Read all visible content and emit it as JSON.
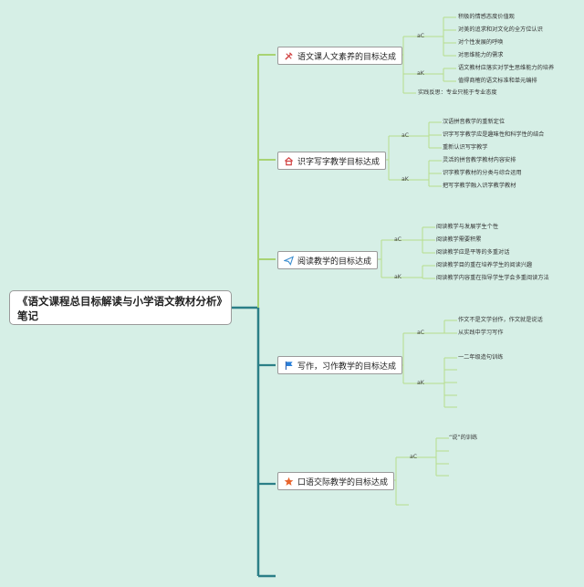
{
  "root": {
    "line1": "《语文课程总目标解读与小学语文教材分析》",
    "line2": "笔记"
  },
  "branches": [
    {
      "icon": "tools-icon",
      "title": "语文课人文素养的目标达成",
      "ac": {
        "label": "aC",
        "items": [
          "积极的情感态度价值观",
          "对美的追求和对文化的全方位认识",
          "对个性发展的呼唤",
          "对思维能力的需求"
        ]
      },
      "ak": {
        "label": "aK",
        "items": [
          "语文教材应落实对学生思维能力的培养",
          "值得商榷的语文标准和单元编排"
        ]
      },
      "extra": "实践反思：专业只能于专业态度"
    },
    {
      "icon": "home-icon",
      "title": "识字写字教学目标达成",
      "ac": {
        "label": "aC",
        "items": [
          "汉语拼音教学的重新定位",
          "识字写字教学应是趣味性和科学性的结合",
          "重新认识写字教学"
        ]
      },
      "ak": {
        "label": "aK",
        "items": [
          "灵活的拼音教学教材内容安排",
          "识字教学教材的分类与综合运用",
          "把写字教学融入识字教学教材"
        ]
      }
    },
    {
      "icon": "paper-plane-icon",
      "title": "阅读教学的目标达成",
      "ac": {
        "label": "aC",
        "items": [
          "阅读教学与发展学生个性",
          "阅读教学需要积累",
          "阅读教学应是平等的多重对话"
        ]
      },
      "ak": {
        "label": "aK",
        "items": [
          "阅读教学目的重在培养学生的阅读兴趣",
          "阅读教学内容重在指导学生学会多重阅读方法"
        ]
      }
    },
    {
      "icon": "flag-icon",
      "title": "写作，习作教学的目标达成",
      "ac": {
        "label": "aC",
        "items": [
          "作文不是文学创作，作文就是说话",
          "从实践中学习写作"
        ]
      },
      "ak": {
        "label": "aK",
        "items": [
          "一二年级造句训练",
          "",
          "",
          "",
          ""
        ]
      }
    },
    {
      "icon": "star-icon",
      "title": "口语交际教学的目标达成",
      "ac": {
        "label": "aC",
        "items": [
          "“说”的训练",
          "",
          "",
          ""
        ]
      },
      "ak": {
        "label": "",
        "items": [
          "",
          ""
        ]
      }
    }
  ],
  "colors": {
    "background": "#d6efe6",
    "trunk": "#2b7f87",
    "branch_line": "#a8d373",
    "sub_line": "#b7dd8c"
  }
}
